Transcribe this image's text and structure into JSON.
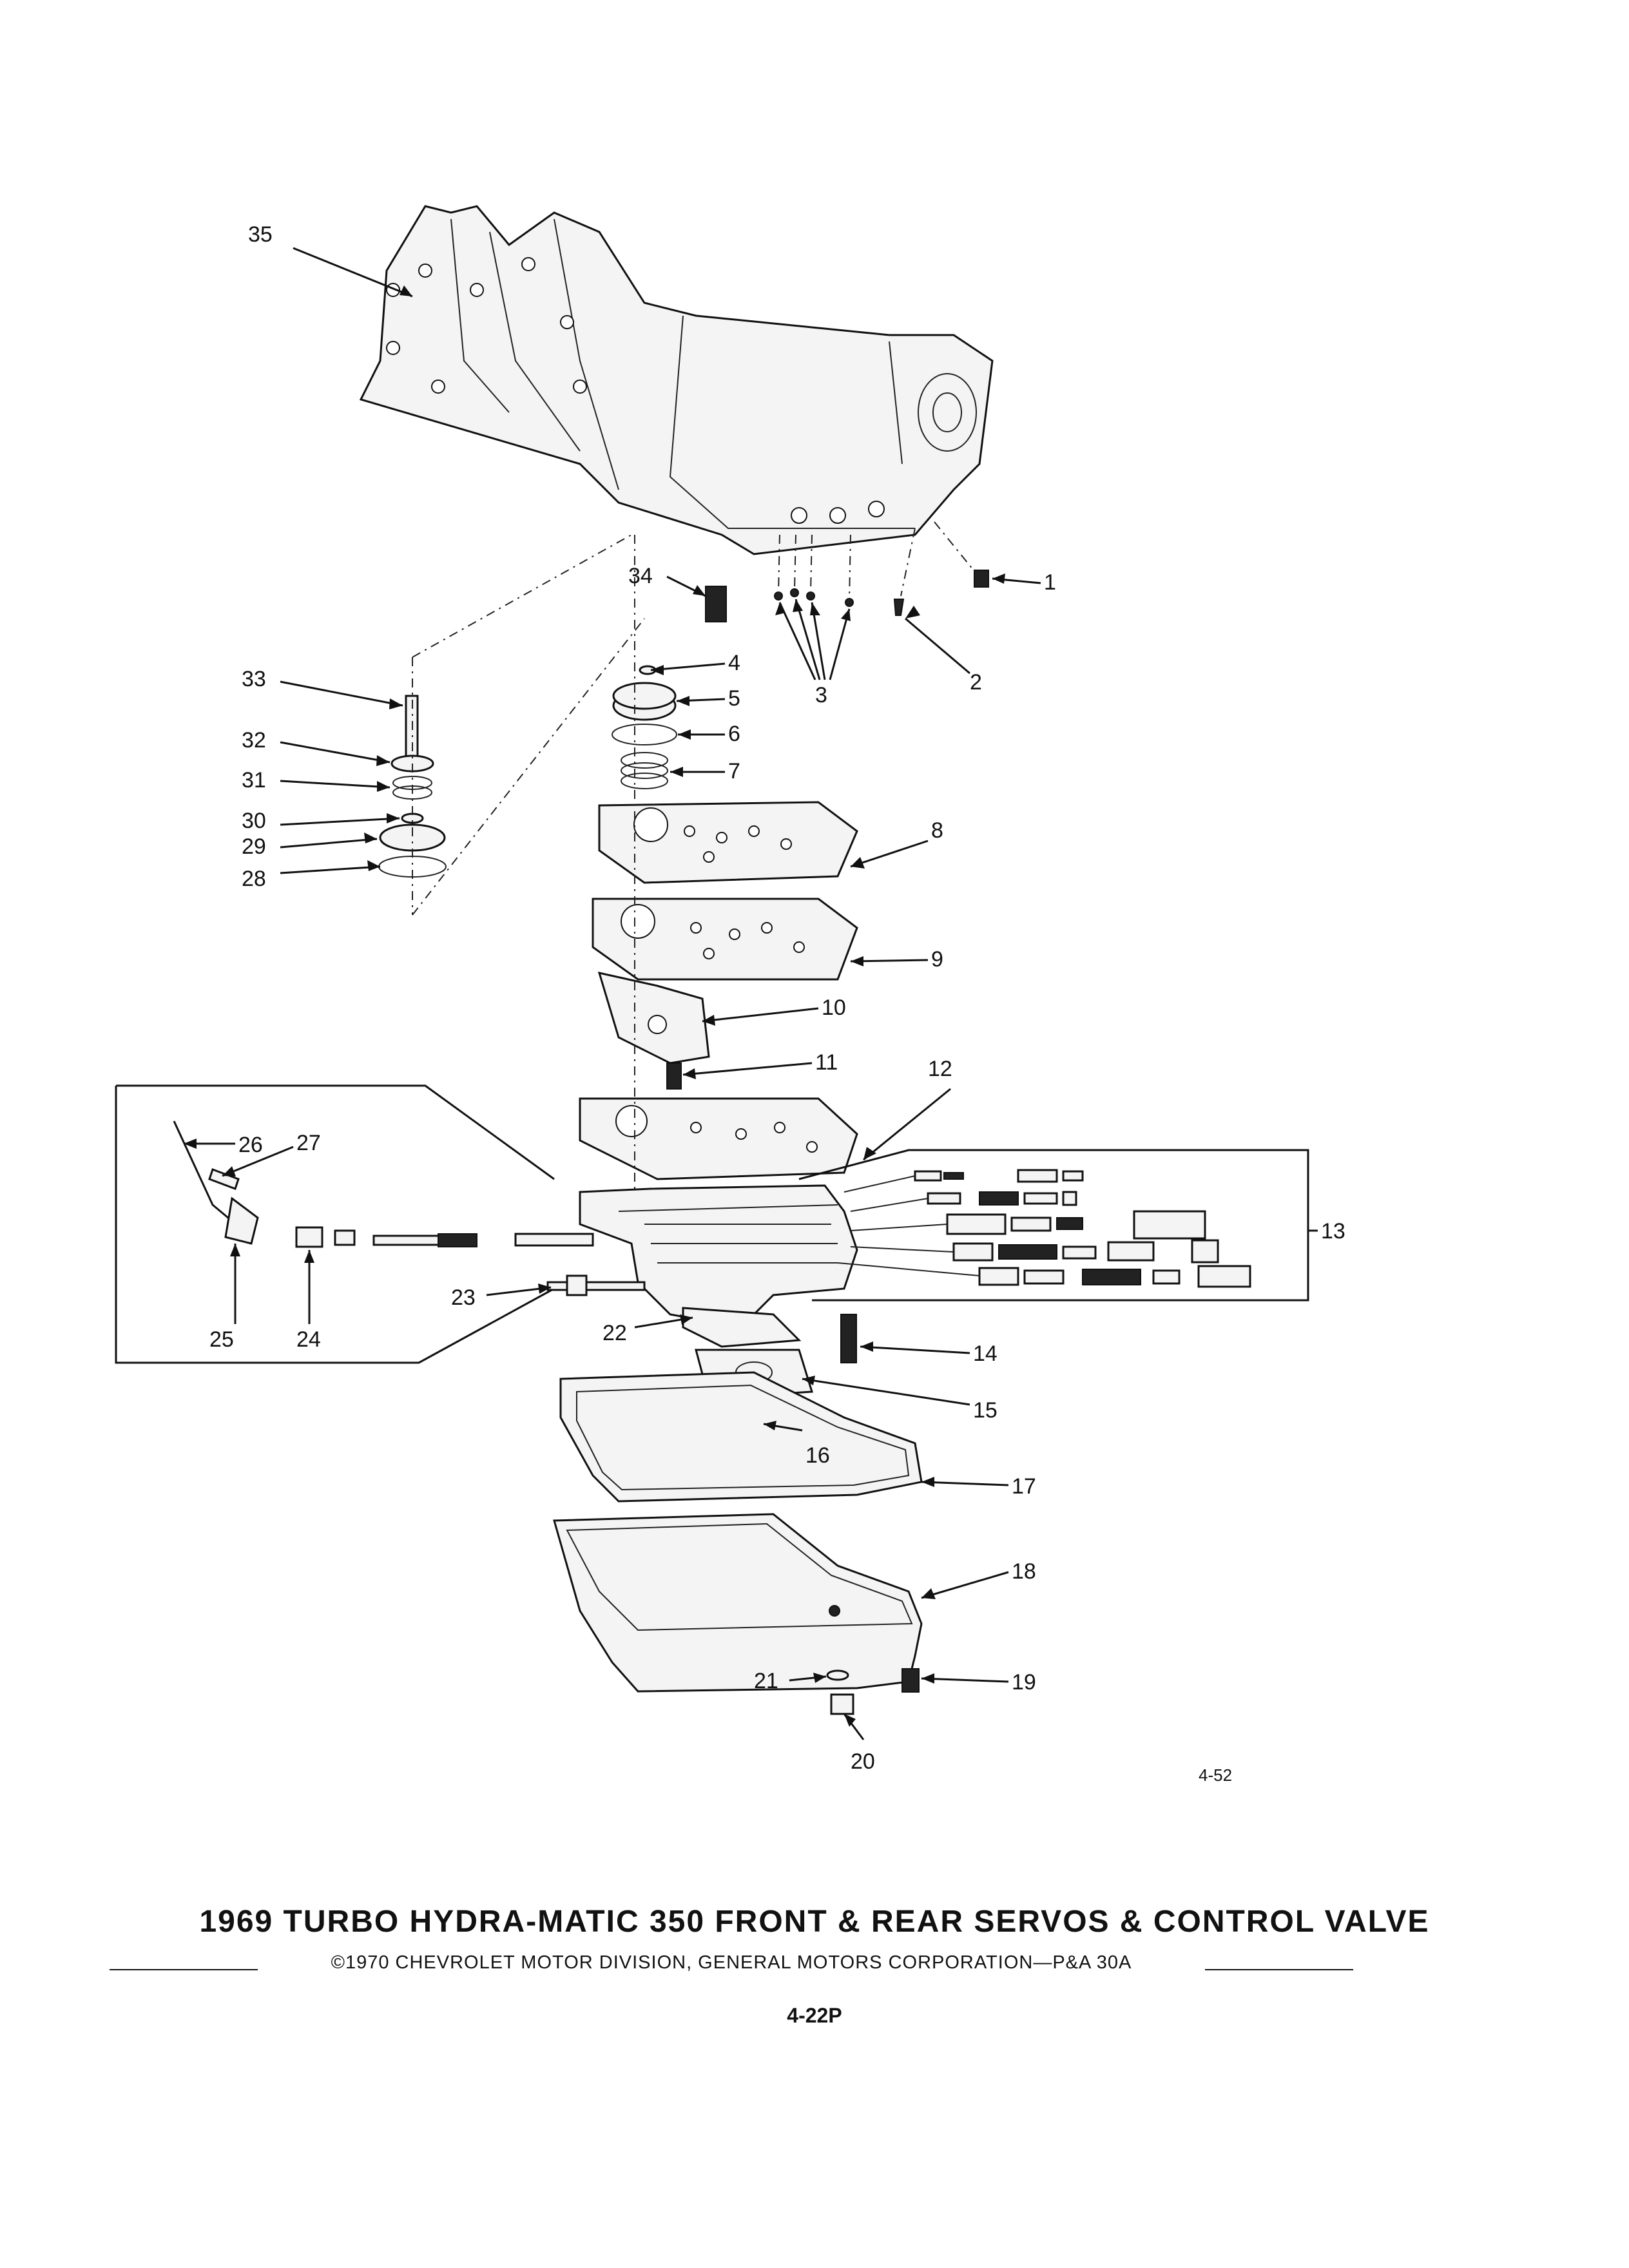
{
  "title": "1969 TURBO HYDRA-MATIC 350 FRONT & REAR SERVOS & CONTROL VALVE",
  "copyright": "©1970 CHEVROLET MOTOR DIVISION, GENERAL MOTORS CORPORATION—P&A 30A",
  "page_number": "4-22P",
  "figure_number": "4-52",
  "callouts": [
    "1",
    "2",
    "3",
    "4",
    "5",
    "6",
    "7",
    "8",
    "9",
    "10",
    "11",
    "12",
    "13",
    "14",
    "15",
    "16",
    "17",
    "18",
    "19",
    "20",
    "21",
    "22",
    "23",
    "24",
    "25",
    "26",
    "27",
    "28",
    "29",
    "30",
    "31",
    "32",
    "33",
    "34",
    "35"
  ]
}
